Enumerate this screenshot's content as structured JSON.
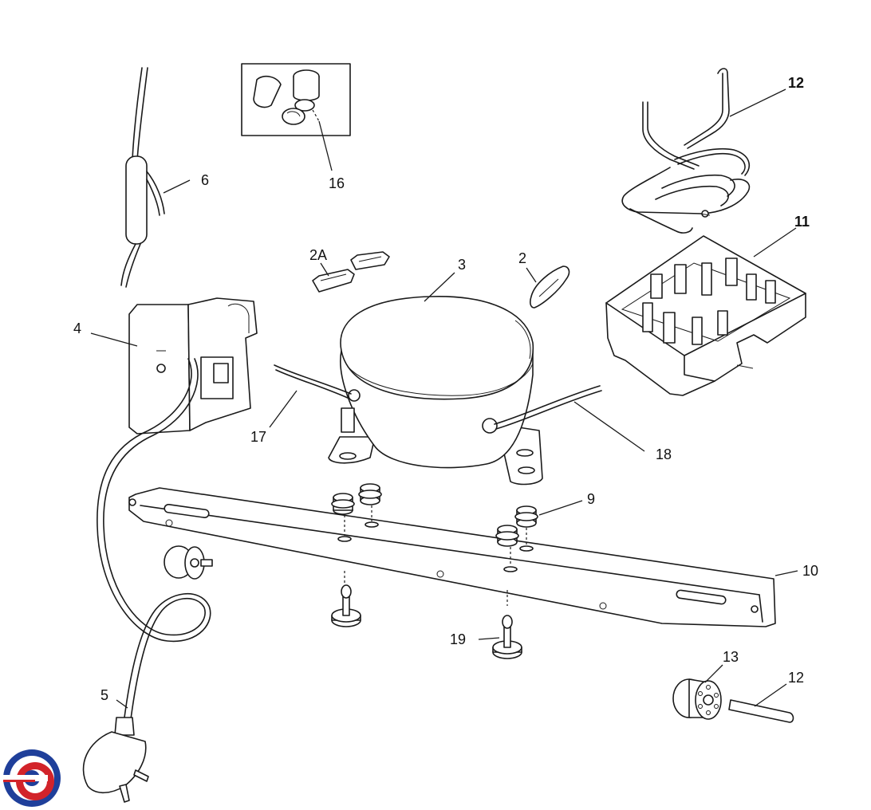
{
  "callouts": {
    "c2": "2",
    "c2a": "2A",
    "c3": "3",
    "c4": "4",
    "c5": "5",
    "c6": "6",
    "c9": "9",
    "c10": "10",
    "c11": "11",
    "c12_top": "12",
    "c12_bottom": "12",
    "c13": "13",
    "c16": "16",
    "c17": "17",
    "c18": "18",
    "c19": "19"
  },
  "colors": {
    "line": "#1a1a1a",
    "logo_blue": "#1f3f9a",
    "logo_red": "#d2232a"
  },
  "icons": {
    "logo": "brand-logo-icon"
  }
}
